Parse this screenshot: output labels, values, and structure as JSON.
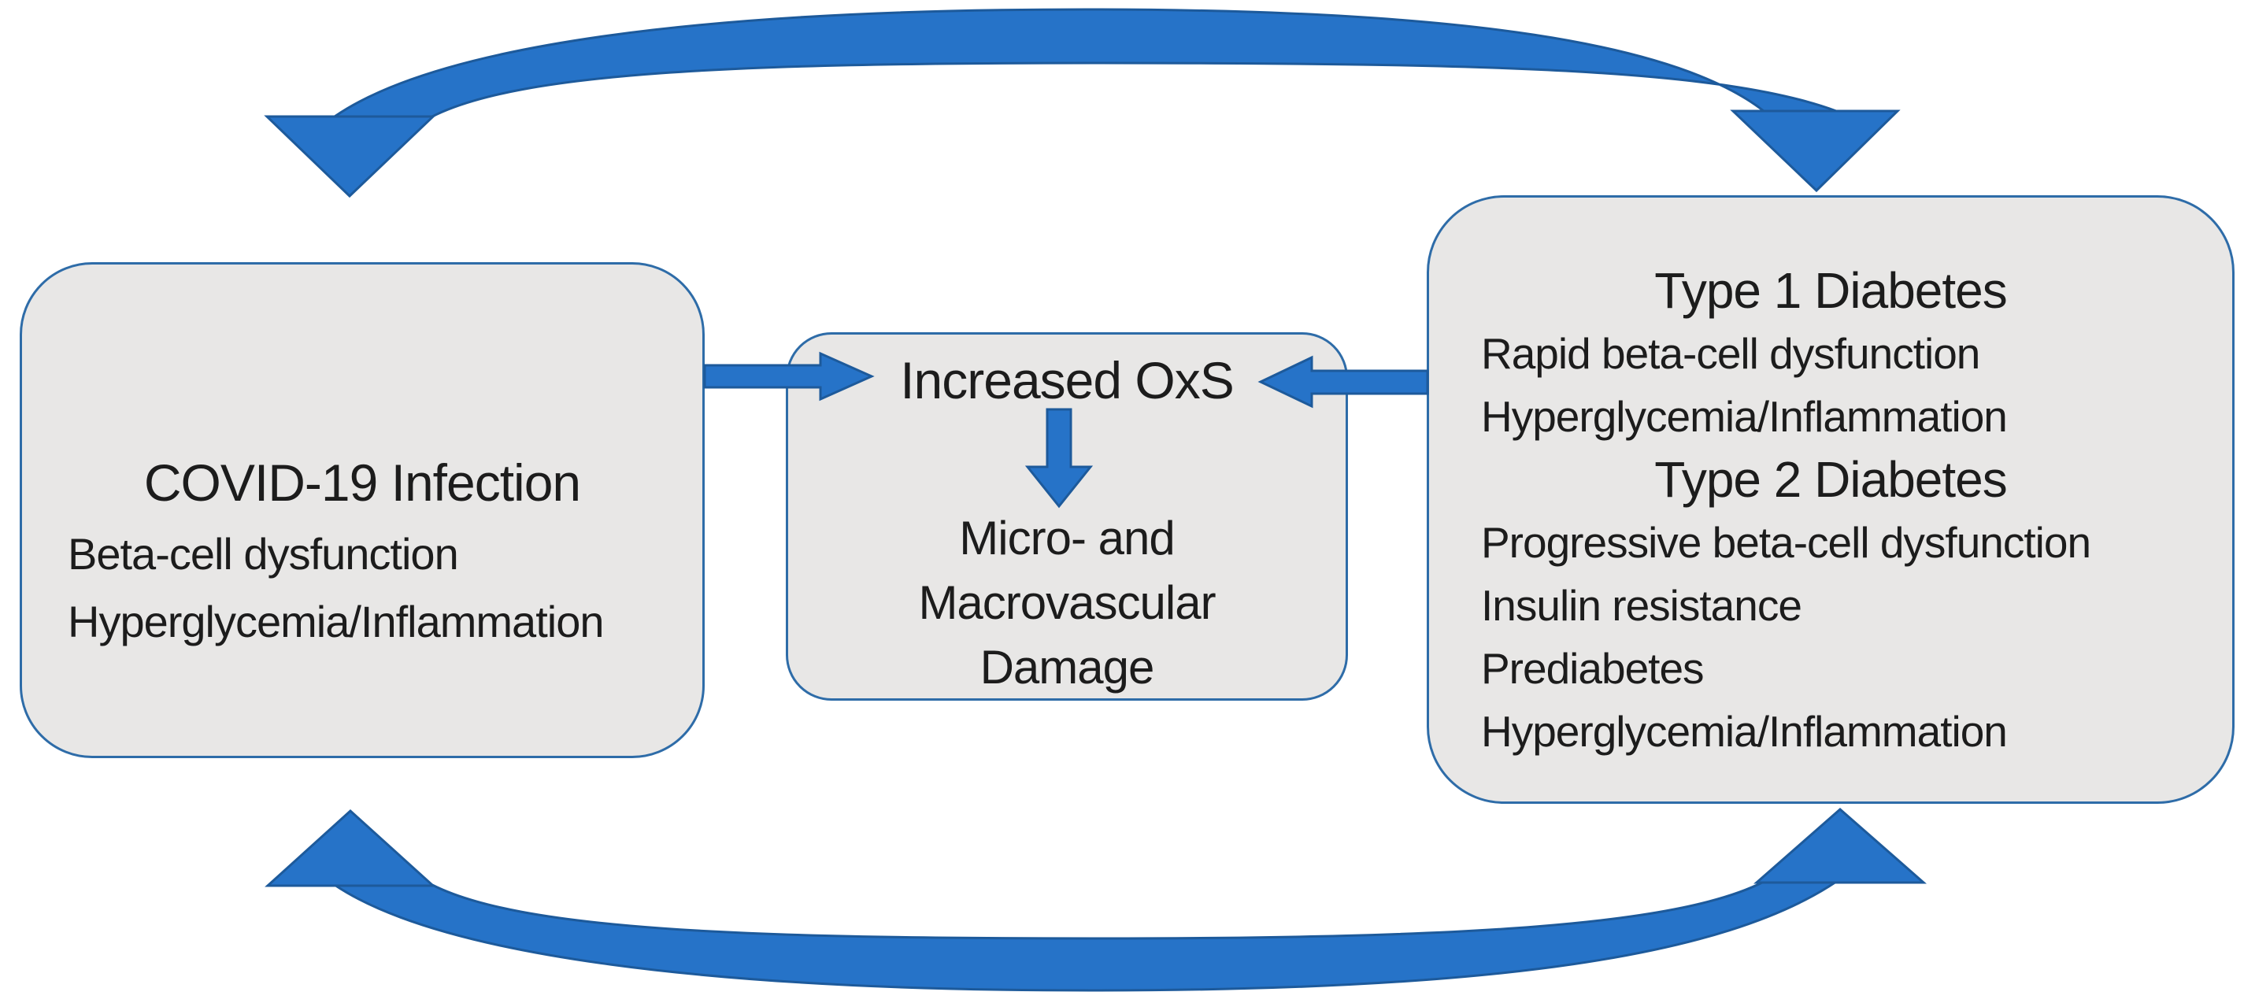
{
  "diagram": {
    "colors": {
      "box_fill": "#e8e7e6",
      "box_border": "#2e6ca8",
      "arrow_fill": "#2673c8",
      "arrow_stroke": "#1d5a9b",
      "text": "#1c1c1c",
      "background": "#ffffff"
    },
    "left_box": {
      "title": "COVID-19 Infection",
      "lines": [
        "Beta-cell dysfunction",
        "Hyperglycemia/Inflammation"
      ]
    },
    "center_box": {
      "title": "Increased OxS",
      "lines": [
        "Micro- and",
        "Macrovascular",
        "Damage"
      ]
    },
    "right_box": {
      "sections": [
        {
          "title": "Type 1 Diabetes",
          "lines": [
            "Rapid beta-cell dysfunction",
            "Hyperglycemia/Inflammation"
          ]
        },
        {
          "title": "Type 2 Diabetes",
          "lines": [
            "Progressive beta-cell dysfunction",
            "Insulin resistance",
            "Prediabetes",
            "Hyperglycemia/Inflammation"
          ]
        }
      ]
    },
    "arrows": [
      {
        "name": "top-feedback-arrow",
        "type": "curved-bidirectional",
        "between": [
          "COVID-19 Infection",
          "Type 1 / Type 2 Diabetes"
        ]
      },
      {
        "name": "bottom-feedback-arrow",
        "type": "curved-bidirectional",
        "between": [
          "COVID-19 Infection",
          "Type 1 / Type 2 Diabetes"
        ]
      },
      {
        "name": "covid-to-oxs-arrow",
        "from": "COVID-19 Infection",
        "to": "Increased OxS"
      },
      {
        "name": "diabetes-to-oxs-arrow",
        "from": "Type 1 / Type 2 Diabetes",
        "to": "Increased OxS"
      },
      {
        "name": "oxs-to-damage-arrow",
        "from": "Increased OxS",
        "to": "Micro- and Macrovascular Damage"
      }
    ]
  }
}
